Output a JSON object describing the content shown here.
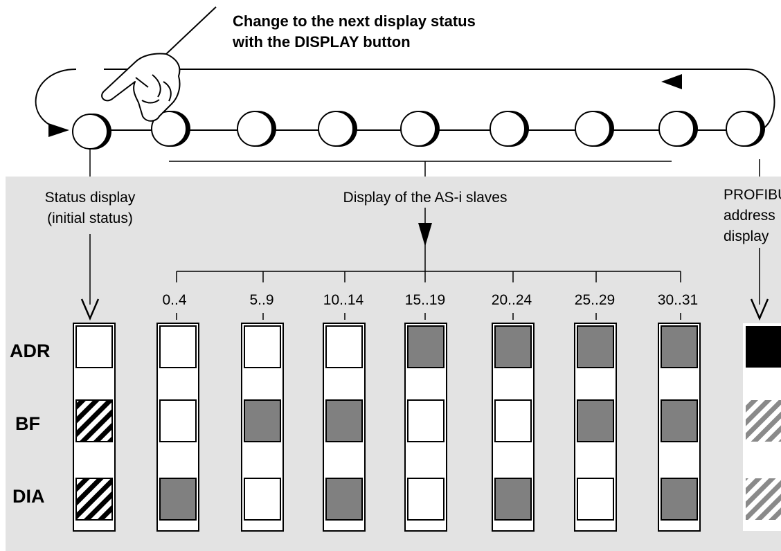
{
  "instruction_line1": "Change to the next display status",
  "instruction_line2": "with the DISPLAY button",
  "status_label_line1": "Status display",
  "status_label_line2": "(initial status)",
  "slaves_label": "Display of the AS-i slaves",
  "profibus_label_line1": "PROFIBUS",
  "profibus_label_line2": "address",
  "profibus_label_line3": "display",
  "ranges": [
    "0..4",
    "5..9",
    "10..14",
    "15..19",
    "20..24",
    "25..29",
    "30..31"
  ],
  "led_rows": [
    "ADR",
    "BF",
    "DIA"
  ],
  "columns": [
    {
      "name": "status-display",
      "states": [
        "off",
        "hatched",
        "hatched"
      ]
    },
    {
      "name": "slaves-0-4",
      "states": [
        "off",
        "off",
        "on"
      ]
    },
    {
      "name": "slaves-5-9",
      "states": [
        "off",
        "on",
        "off"
      ]
    },
    {
      "name": "slaves-10-14",
      "states": [
        "off",
        "on",
        "on"
      ]
    },
    {
      "name": "slaves-15-19",
      "states": [
        "on",
        "off",
        "off"
      ]
    },
    {
      "name": "slaves-20-24",
      "states": [
        "on",
        "off",
        "on"
      ]
    },
    {
      "name": "slaves-25-29",
      "states": [
        "on",
        "on",
        "off"
      ]
    },
    {
      "name": "slaves-30-31",
      "states": [
        "on",
        "on",
        "on"
      ]
    },
    {
      "name": "profibus-address",
      "states": [
        "black",
        "hatched-gray",
        "hatched-gray"
      ]
    }
  ],
  "colors": {
    "panel": "#e3e3e3",
    "led_on": "#808080",
    "led_off": "#ffffff",
    "led_black": "#000000"
  }
}
